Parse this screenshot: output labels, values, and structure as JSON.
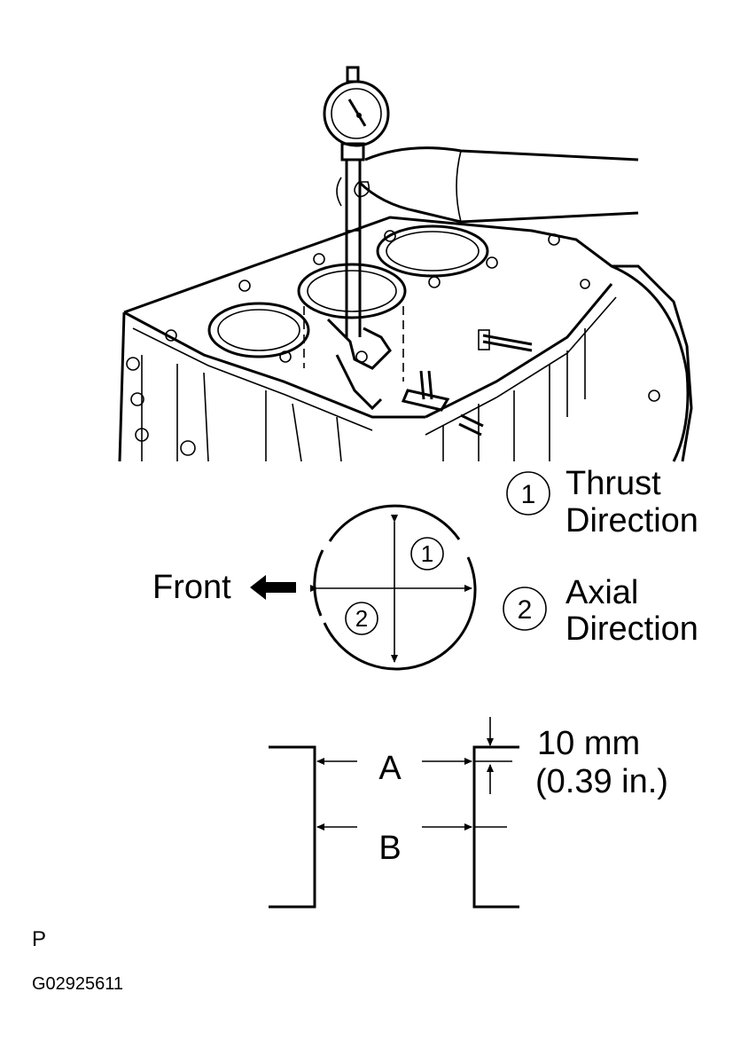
{
  "legend": {
    "item1": {
      "number": "1",
      "line1": "Thrust",
      "line2": "Direction"
    },
    "item2": {
      "number": "2",
      "line1": "Axial",
      "line2": "Direction"
    }
  },
  "bore_diagram": {
    "front_label": "Front",
    "marker1": "1",
    "marker2": "2"
  },
  "measurement": {
    "label_a": "A",
    "label_b": "B",
    "distance_line1": "10 mm",
    "distance_line2": "(0.39 in.)"
  },
  "footer": {
    "letter": "P",
    "figure_code": "G02925611"
  }
}
